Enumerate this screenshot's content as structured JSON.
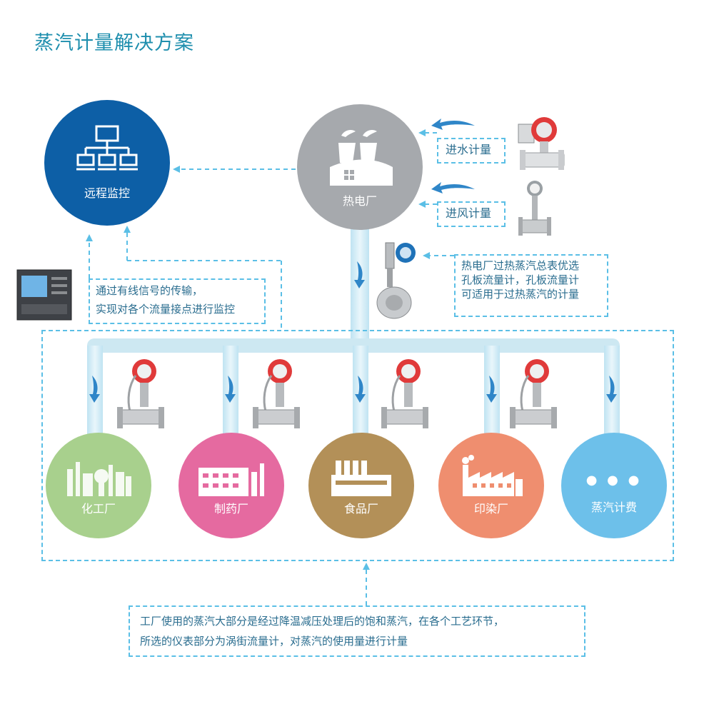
{
  "title": "蒸汽计量解决方案",
  "nodes": {
    "remote": "远程监控",
    "power_plant": "热电厂",
    "chemical": "化工厂",
    "pharma": "制药厂",
    "food": "食品厂",
    "dyeing": "印染厂",
    "billing": "蒸汽计费",
    "billing_dots": "● ● ●"
  },
  "inputs": {
    "water": "进水计量",
    "air": "进风计量"
  },
  "notes": {
    "plant_line1": "热电厂过热蒸汽总表优选",
    "plant_line2": "孔板流量计，孔板流量计",
    "plant_line3": "可适用于过热蒸汽的计量",
    "remote_line1": "通过有线信号的传输，",
    "remote_line2": "实现对各个流量接点进行监控",
    "bottom_line1": "工厂使用的蒸汽大部分是经过降温减压处理后的饱和蒸汽，在各个工艺环节，",
    "bottom_line2": "所选的仪表部分为涡街流量计，对蒸汽的使用量进行计量"
  },
  "colors": {
    "remote": "#0d5fa6",
    "power_plant": "#a6a9ad",
    "chemical": "#a8d08d",
    "pharma": "#e56aa0",
    "food": "#b39058",
    "dyeing": "#ef8e6f",
    "billing": "#6dc0ea",
    "dashed": "#5bbfe6",
    "arrow": "#2f86c8"
  }
}
